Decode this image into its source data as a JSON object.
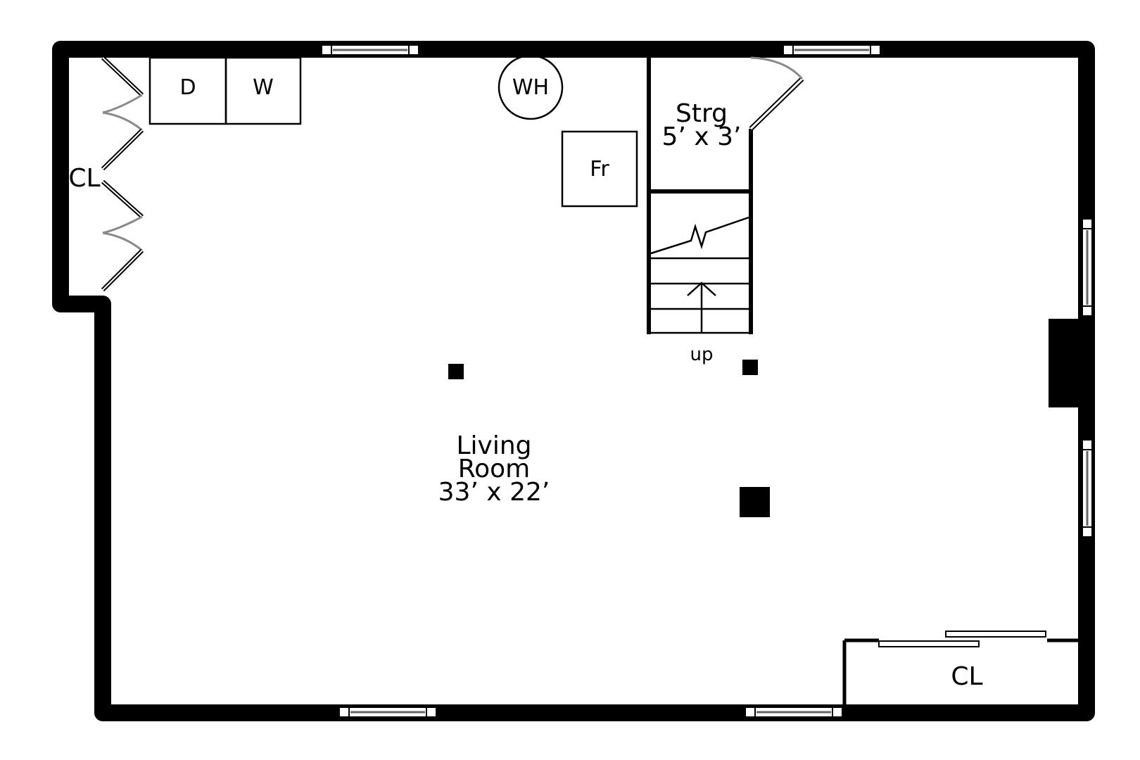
{
  "plan": {
    "labels": {
      "living_name_1": "Living",
      "living_name_2": "Room",
      "living_dims": "33’ x 22’",
      "storage_name": "Strg",
      "storage_dims": "5’ x 3’",
      "closet_left": "CL",
      "closet_bottom_right": "CL",
      "dryer": "D",
      "washer": "W",
      "water_heater": "WH",
      "fridge": "Fr",
      "stairs_direction": "up"
    },
    "colors": {
      "wall": "#000000",
      "background": "#ffffff",
      "door_swing": "#8a8a8a"
    }
  }
}
